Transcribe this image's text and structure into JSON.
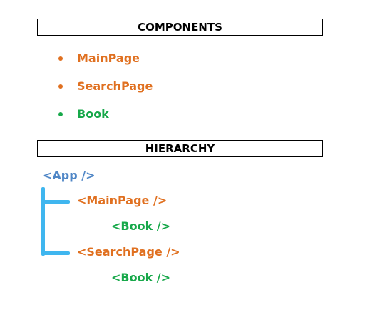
{
  "components": {
    "heading": "COMPONENTS",
    "items": [
      {
        "label": "MainPage",
        "color": "#e07020"
      },
      {
        "label": "SearchPage",
        "color": "#e07020"
      },
      {
        "label": "Book",
        "color": "#17a84a"
      }
    ]
  },
  "hierarchy": {
    "heading": "HIERARCHY",
    "nodes": [
      {
        "label": "<App />",
        "color": "#4f86c6"
      },
      {
        "label": "<MainPage />",
        "color": "#e07020"
      },
      {
        "label": "<Book />",
        "color": "#17a84a"
      },
      {
        "label": "<SearchPage />",
        "color": "#e07020"
      },
      {
        "label": "<Book />",
        "color": "#17a84a"
      }
    ],
    "connector_color": "#3fb6ef"
  }
}
